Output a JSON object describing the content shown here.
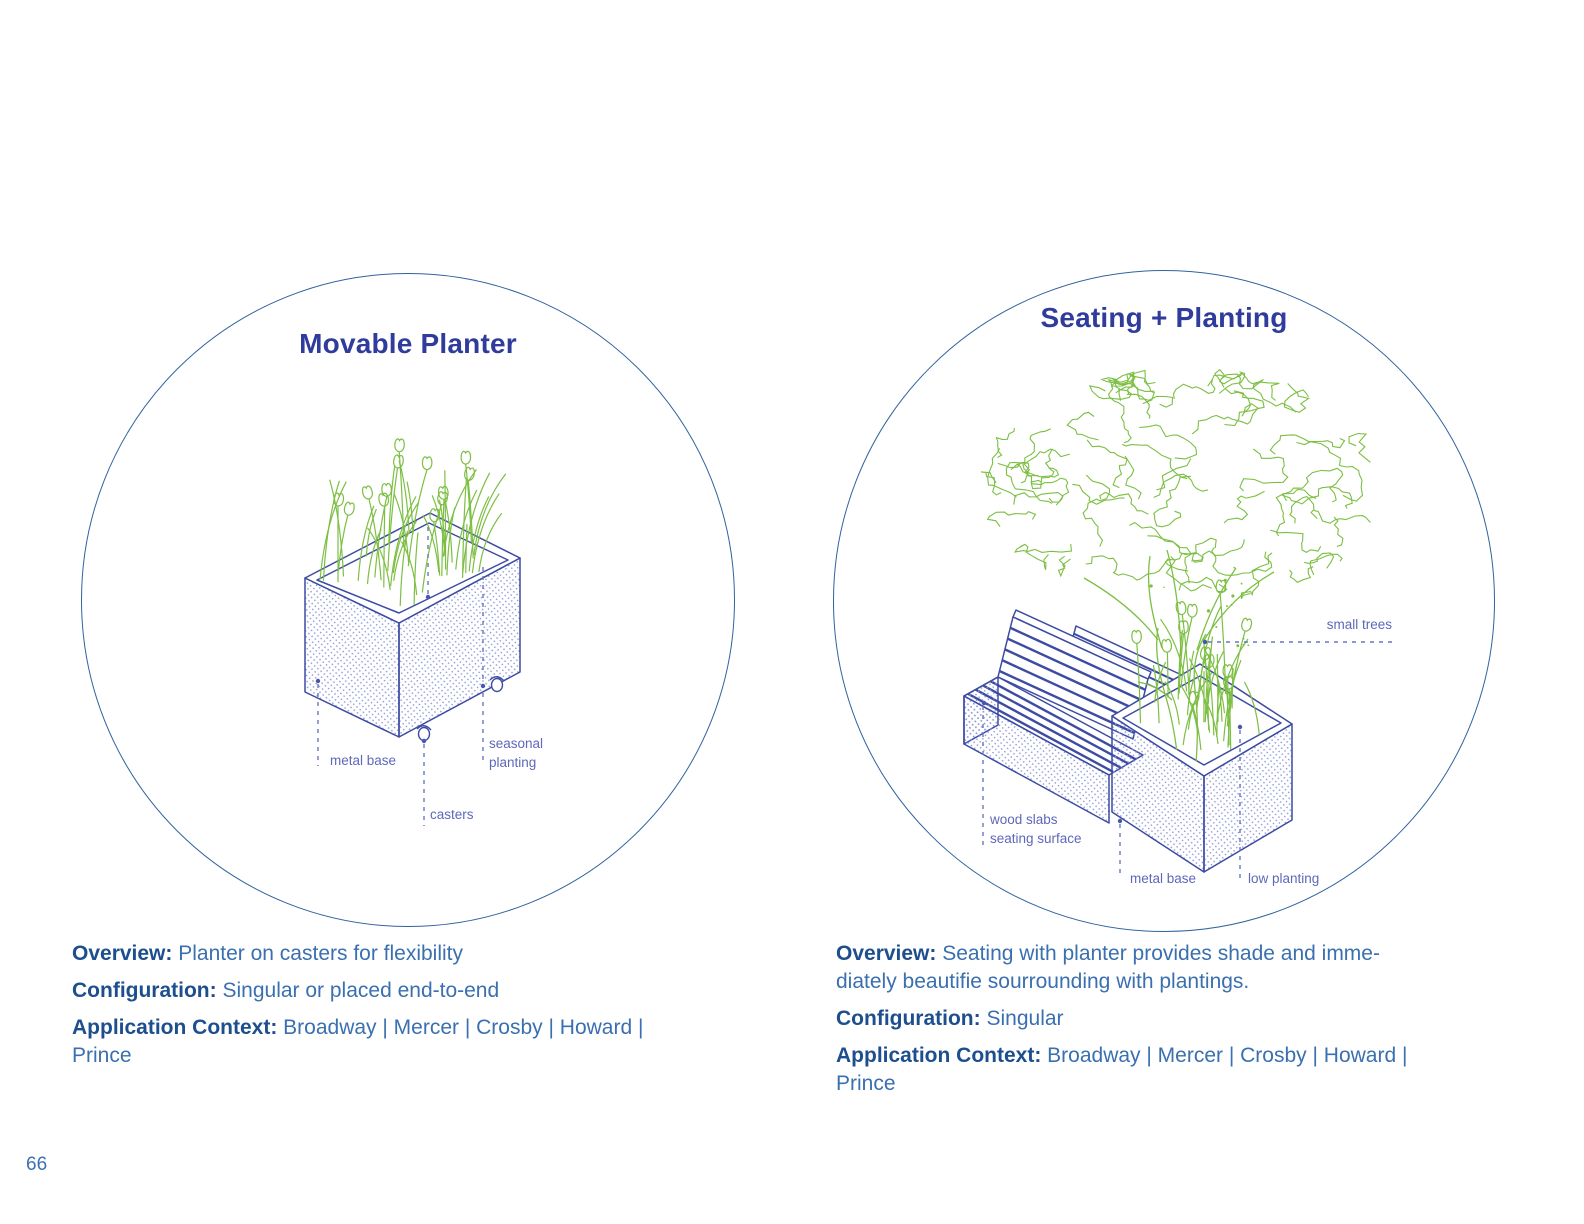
{
  "page": {
    "number": "66"
  },
  "colors": {
    "title_indigo": "#303c9c",
    "body_blue": "#3a6fb0",
    "lead_navy": "#1d4f8e",
    "callout_periwinkle": "#5e68b8",
    "diagram_line": "#3d4ba3",
    "plant_green": "#7cbf43",
    "circle_stroke": "#2f639f"
  },
  "left_card": {
    "title": "Movable Planter",
    "callouts": {
      "metal_base": "metal base",
      "casters": "casters",
      "seasonal_line1": "seasonal",
      "seasonal_line2": "planting"
    },
    "overview_lead": "Overview:",
    "overview_text": "Planter on casters for flexibility",
    "configuration_lead": "Configuration:",
    "configuration_text": "Singular or placed end-to-end",
    "application_lead": "Application Context:",
    "application_line1": "Broadway | Mercer | Crosby | Howard |",
    "application_line2": "Prince"
  },
  "right_card": {
    "title": "Seating + Planting",
    "callouts": {
      "small_trees": "small trees",
      "wood_line1": "wood slabs",
      "wood_line2": "seating surface",
      "metal_base": "metal base",
      "low_planting": "low planting"
    },
    "overview_lead": "Overview:",
    "overview_line1": "Seating with planter provides shade and  imme-",
    "overview_line2": "diately beautifie sourrounding with plantings.",
    "configuration_lead": "Configuration:",
    "configuration_text": "Singular",
    "application_lead": "Application Context:",
    "application_line1": "Broadway | Mercer | Crosby | Howard |",
    "application_line2": "Prince"
  }
}
